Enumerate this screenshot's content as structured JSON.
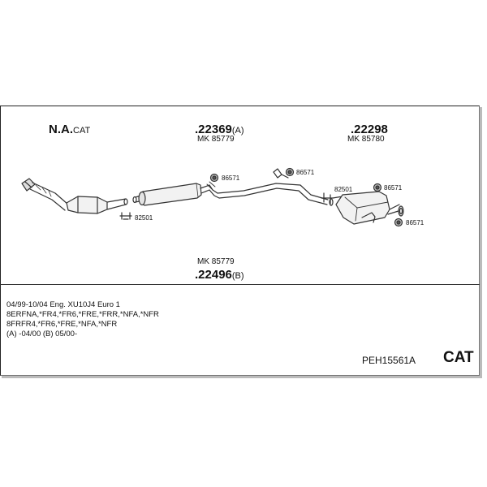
{
  "labels": {
    "left_main": "N.A.",
    "left_sub": "CAT",
    "center_top_part": ".22369",
    "center_top_suffix": "(A)",
    "center_top_mk": "MK 85779",
    "right_top_part": ".22298",
    "right_top_mk": "MK 85780",
    "center_bottom_mk": "MK 85779",
    "center_bottom_part": ".22496",
    "center_bottom_suffix": "(B)",
    "clamp_82501_a": "82501",
    "clamp_82501_b": "82501",
    "rubber_86571_a": "86571",
    "rubber_86571_b": "86571",
    "rubber_86571_c": "86571",
    "rubber_86571_d": "86571"
  },
  "info": {
    "line1": "04/99-10/04   Eng. XU10J4   Euro 1",
    "line2": "8ERFNA,*FR4,*FR6,*FRE,*FRR,*NFA,*NFR",
    "line3": "8FRFR4,*FR6,*FRE,*NFA,*NFR",
    "line4": "(A) -04/00 (B) 05/00-"
  },
  "footer": {
    "code": "PEH15561A",
    "type": "CAT"
  }
}
